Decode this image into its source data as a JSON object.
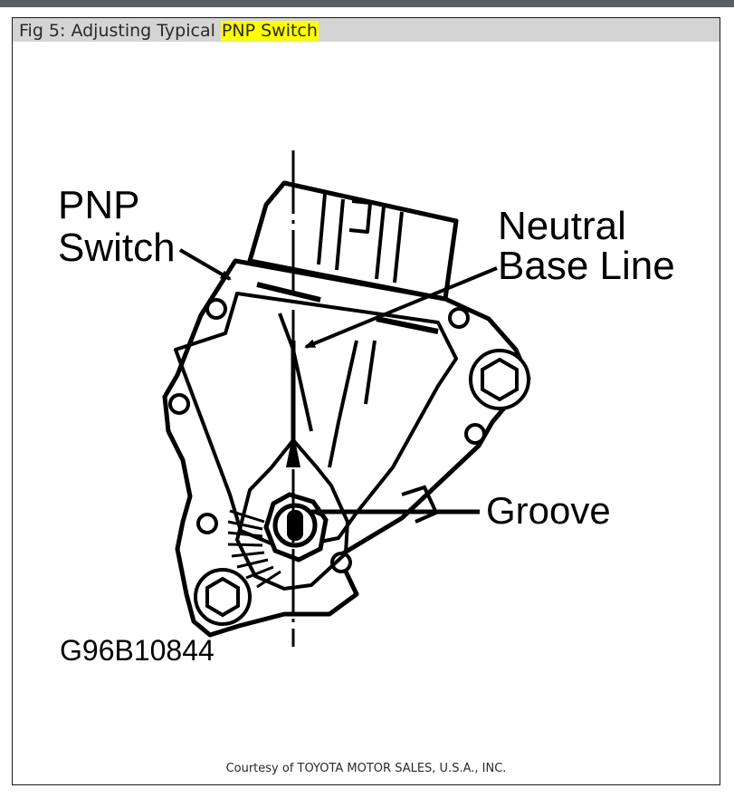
{
  "figure": {
    "caption_prefix": "Fig 5: Adjusting Typical ",
    "caption_highlight": "PNP Switch",
    "highlight_color": "#ffff00"
  },
  "labels": {
    "pnp_line1": "PNP",
    "pnp_line2": "Switch",
    "neutral_line1": "Neutral",
    "neutral_line2": "Base Line",
    "groove": "Groove",
    "part_number": "G96B10844"
  },
  "credit": "Courtesy of TOYOTA MOTOR SALES, U.S.A., INC."
}
